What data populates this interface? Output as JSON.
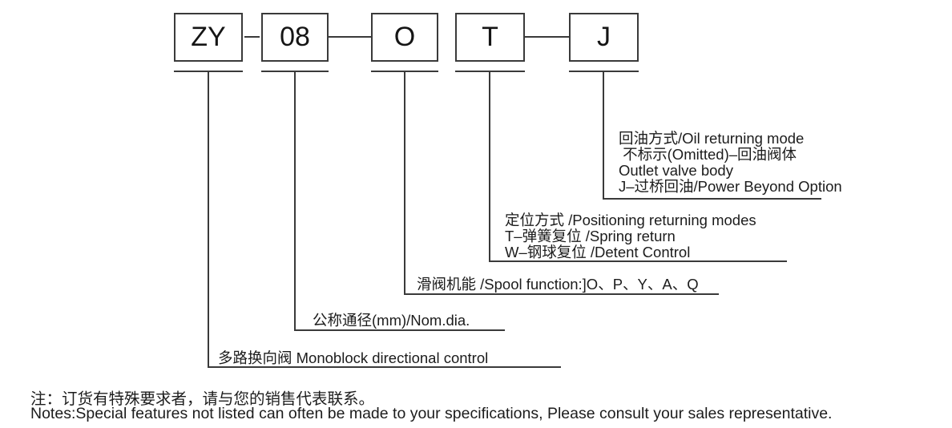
{
  "diagram": {
    "title_code": "ZY-08-O T-J",
    "code_boxes": [
      {
        "label": "ZY"
      },
      {
        "label": "08"
      },
      {
        "label": "O"
      },
      {
        "label": "T"
      },
      {
        "label": "J"
      }
    ],
    "callouts": {
      "oil_return": {
        "lines": [
          "回油方式/Oil returning mode",
          " 不标示(Omitted)–回油阀体",
          "Outlet valve body",
          "J–过桥回油/Power Beyond Option"
        ]
      },
      "positioning": {
        "lines": [
          "定位方式 /Positioning returning modes",
          "T–弹簧复位 /Spring return",
          "W–钢球复位 /Detent Control"
        ]
      },
      "spool_function": {
        "lines": [
          "滑阀机能 /Spool function:]O、P、Y、A、Q"
        ]
      },
      "nominal_diameter": {
        "lines": [
          "公称通径(mm)/Nom.dia."
        ]
      },
      "valve_type": {
        "lines": [
          "多路换向阀 Monoblock directional control"
        ]
      }
    },
    "notes": {
      "zh": "注：订货有特殊要求者，请与您的销售代表联系。",
      "en": "Notes:Special features not listed can often be made to your specifications, Please consult your sales representative."
    },
    "colors": {
      "ink": "#1c1c1c",
      "line": "#3a3a3a",
      "background": "#ffffff"
    }
  }
}
